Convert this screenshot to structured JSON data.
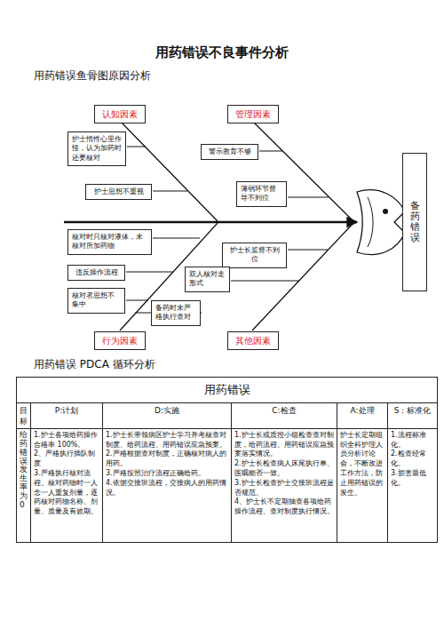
{
  "diagram": {
    "title": "用药错误不良事件分析",
    "nodes": [
      {
        "text": [
          "认知因素"
        ]
      },
      {
        "text": [
          "管理因素"
        ]
      },
      {
        "text": [
          "护士惰性心里作怪，认为加药时还要核对"
        ]
      },
      {
        "text": [
          "警示教育不够"
        ]
      },
      {
        "text": [
          "护士思想不重视"
        ]
      },
      {
        "text": [
          "薄弱环节督导不到位"
        ]
      },
      {
        "text": [
          "备药错误"
        ]
      },
      {
        "text": [
          "核对时只核对液体，未核对所加药物"
        ]
      },
      {
        "text": [
          "护士长监督不到位"
        ]
      },
      {
        "text": [
          "违反操作流程"
        ]
      },
      {
        "text": [
          "双人核对走形式"
        ]
      },
      {
        "text": [
          "核对者思想不集中"
        ]
      },
      {
        "text": [
          "备药时未严格执行查对"
        ]
      },
      {
        "text": [
          "行为因素"
        ]
      },
      {
        "text": [
          "其他因素"
        ]
      }
    ],
    "labels": [
      "用药错误鱼骨图原因分析",
      "用药错误 PDCA 循环分析",
      "用药错误",
      "目标",
      "P:计划",
      "D:实施",
      "C:检查",
      "A:处理",
      "S：标准化",
      "给药错误发生率为0",
      "1.护士各项给药操作合格率 100%。",
      "2、严格执行插队制度",
      "3.严格执行核对流程。核对药物时一人念一人重复剂量，逐药核对药物名称、剂量、质量及有效期。",
      "1.护士长带领病区护士学习并考核查对制度、给药流程、用药错误应急预案。",
      "2.严格根据查对制度，正确核对病人的用药。",
      "3.严格按照治疗流程正确给药。",
      "4.依据交接班流程，交接病人的用药情况。",
      "1.护士长或质控小组检查查对制度，给药流程、用药错误应急预案落实情况。",
      "2.护士长检查病人床尾执行单、医嘱能否一致。",
      "3.护士长检查护士交接班流程是否规范。",
      "4、护士长不定期抽查各项给药操作流程、查对制度执行情况。",
      "护士长定期组织全科护理人员分析讨论会，不断改进工作方法，防止用药错误的发生。",
      "1.流程标准化。",
      "2.检查经常化。",
      "3.损害最低化。"
    ]
  }
}
